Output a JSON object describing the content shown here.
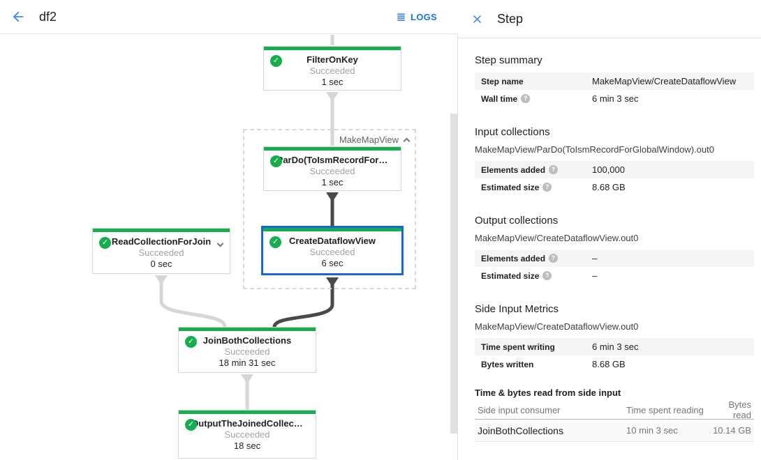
{
  "header": {
    "title": "df2",
    "logs_label": "LOGS"
  },
  "graph": {
    "group_label": "MakeMapView",
    "nodes": [
      {
        "title": "FilterOnKey",
        "status": "Succeeded",
        "time": "1 sec"
      },
      {
        "title": "ParDo(ToIsmRecordFor…",
        "status": "Succeeded",
        "time": "1 sec"
      },
      {
        "title": "CreateDataflowView",
        "status": "Succeeded",
        "time": "6 sec"
      },
      {
        "title": "ReadCollectionForJoin",
        "status": "Succeeded",
        "time": "0 sec"
      },
      {
        "title": "JoinBothCollections",
        "status": "Succeeded",
        "time": "18 min 31 sec"
      },
      {
        "title": "OutputTheJoinedCollec…",
        "status": "Succeeded",
        "time": "18 sec"
      }
    ]
  },
  "panel": {
    "title": "Step",
    "step_summary": {
      "heading": "Step summary",
      "rows": [
        {
          "label": "Step name",
          "value": "MakeMapView/CreateDataflowView"
        },
        {
          "label": "Wall time",
          "value": "6 min 3 sec"
        }
      ]
    },
    "input_collections": {
      "heading": "Input collections",
      "subtitle": "MakeMapView/ParDo(ToIsmRecordForGlobalWindow).out0",
      "rows": [
        {
          "label": "Elements added",
          "value": "100,000"
        },
        {
          "label": "Estimated size",
          "value": "8.68 GB"
        }
      ]
    },
    "output_collections": {
      "heading": "Output collections",
      "subtitle": "MakeMapView/CreateDataflowView.out0",
      "rows": [
        {
          "label": "Elements added",
          "value": "–"
        },
        {
          "label": "Estimated size",
          "value": "–"
        }
      ]
    },
    "side_input_metrics": {
      "heading": "Side Input Metrics",
      "subtitle": "MakeMapView/CreateDataflowView.out0",
      "rows": [
        {
          "label": "Time spent writing",
          "value": "6 min 3 sec"
        },
        {
          "label": "Bytes written",
          "value": "8.68 GB"
        }
      ]
    },
    "side_input_table": {
      "heading": "Time & bytes read from side input",
      "columns": [
        "Side input consumer",
        "Time spent reading",
        "Bytes read"
      ],
      "rows": [
        {
          "consumer": "JoinBothCollections",
          "time": "10 min 3 sec",
          "bytes": "10.14 GB"
        }
      ]
    }
  },
  "colors": {
    "green": "#15ad4e",
    "selection_blue": "#1967d2",
    "accent_blue": "#4285f4"
  },
  "icons": {
    "check": "✓",
    "help": "?"
  }
}
